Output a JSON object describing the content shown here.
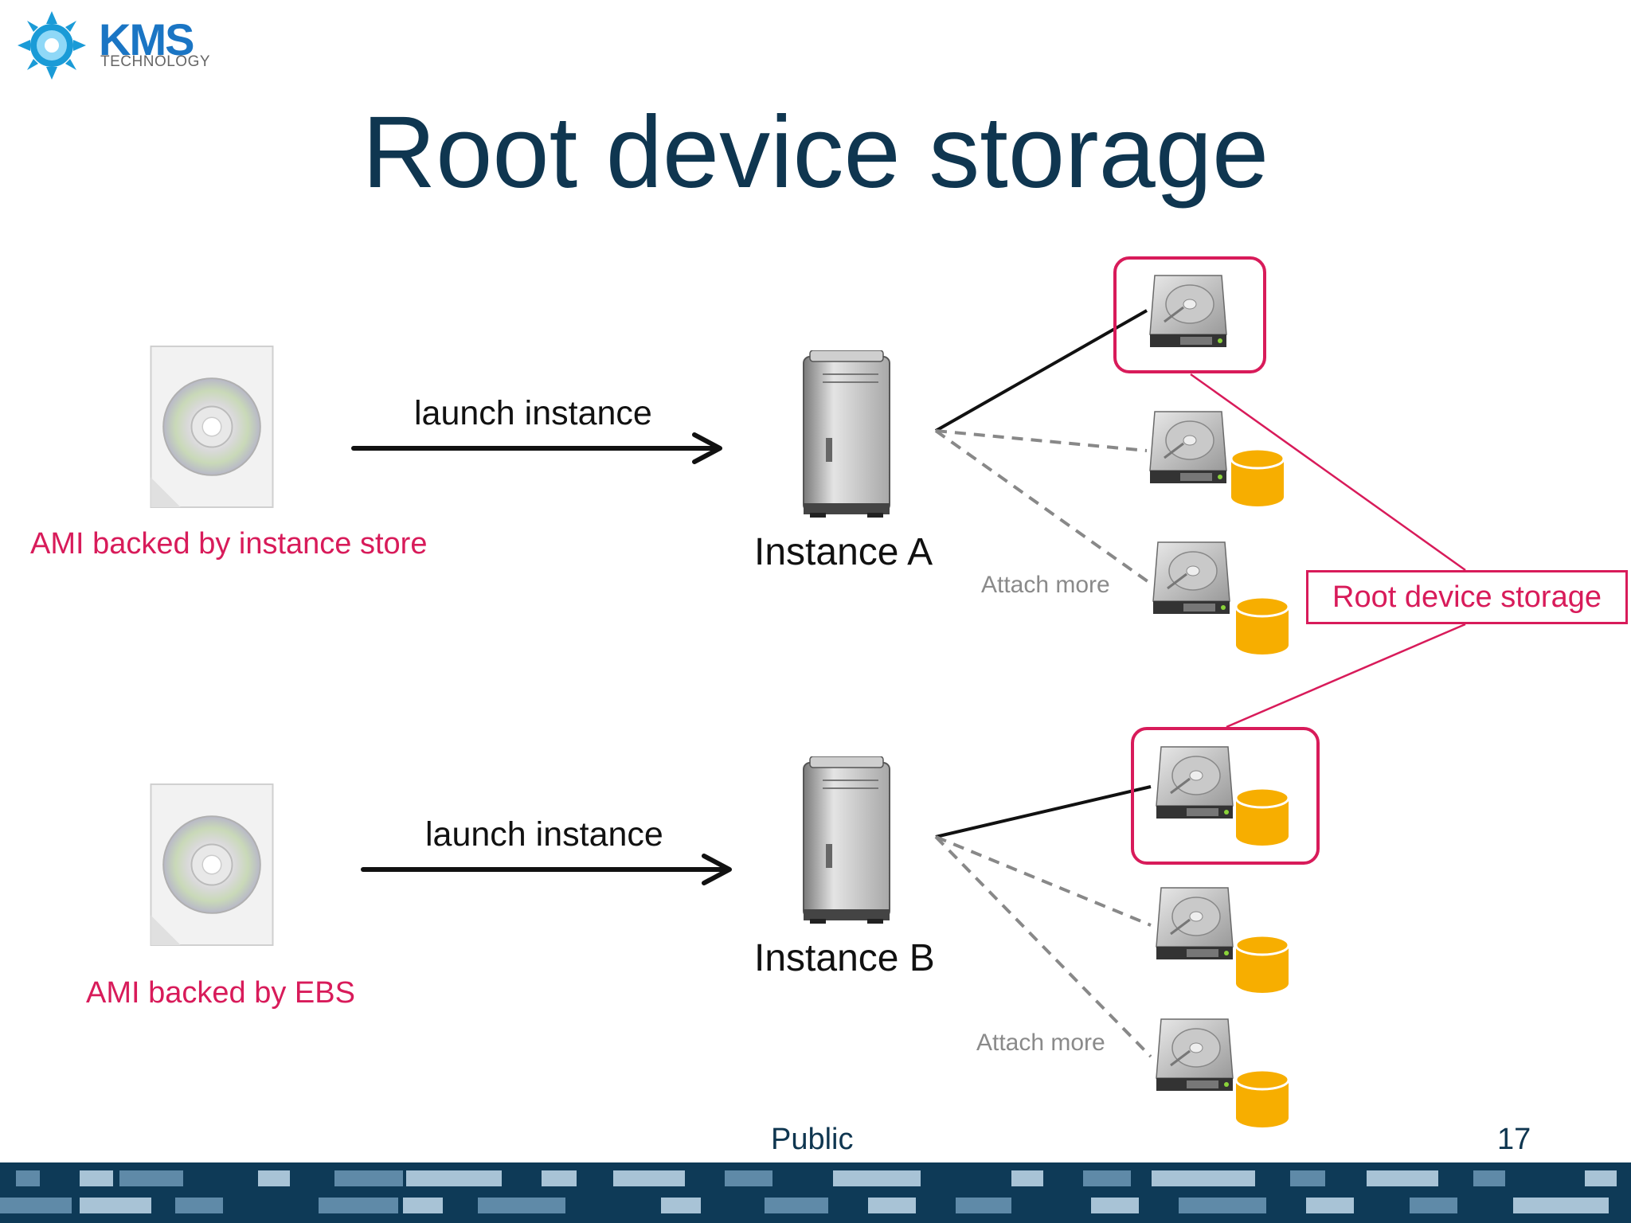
{
  "logo": {
    "name": "KMS",
    "subtitle": "TECHNOLOGY"
  },
  "slide": {
    "title": "Root device storage",
    "footer_label": "Public",
    "page_number": "17"
  },
  "rows": [
    {
      "ami_label": "AMI backed by instance store",
      "arrow_label": "launch instance",
      "instance_label": "Instance A",
      "attach_label": "Attach more"
    },
    {
      "ami_label": "AMI backed by EBS",
      "arrow_label": "launch instance",
      "instance_label": "Instance B",
      "attach_label": "Attach more"
    }
  ],
  "callout": {
    "label": "Root device storage"
  },
  "colors": {
    "title": "#0f3650",
    "accent": "#d81b5a",
    "ebs_cylinder": "#f7ae00",
    "footer": "#0e3a57"
  }
}
